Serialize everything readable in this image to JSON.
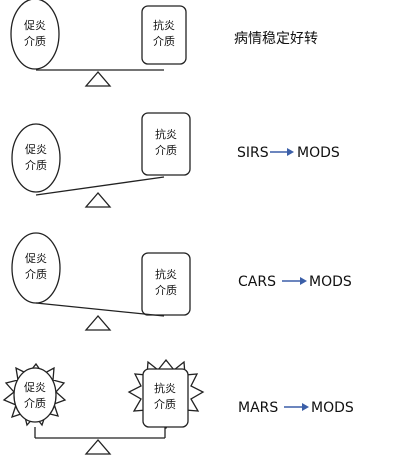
{
  "labels": {
    "pro": [
      "促炎",
      "介质"
    ],
    "anti": [
      "抗炎",
      "介质"
    ]
  },
  "rows": [
    {
      "state": "balanced",
      "status_text": "病情稳定好转",
      "left": "",
      "right": ""
    },
    {
      "state": "pro_dominant",
      "status_text": "",
      "left": "SIRS",
      "right": "MODS"
    },
    {
      "state": "anti_dominant",
      "status_text": "",
      "left": "CARS",
      "right": "MODS"
    },
    {
      "state": "mixed_burst",
      "status_text": "",
      "left": "MARS",
      "right": "MODS"
    }
  ],
  "colors": {
    "arrow": "#3b5fa8",
    "line": "#222222"
  }
}
